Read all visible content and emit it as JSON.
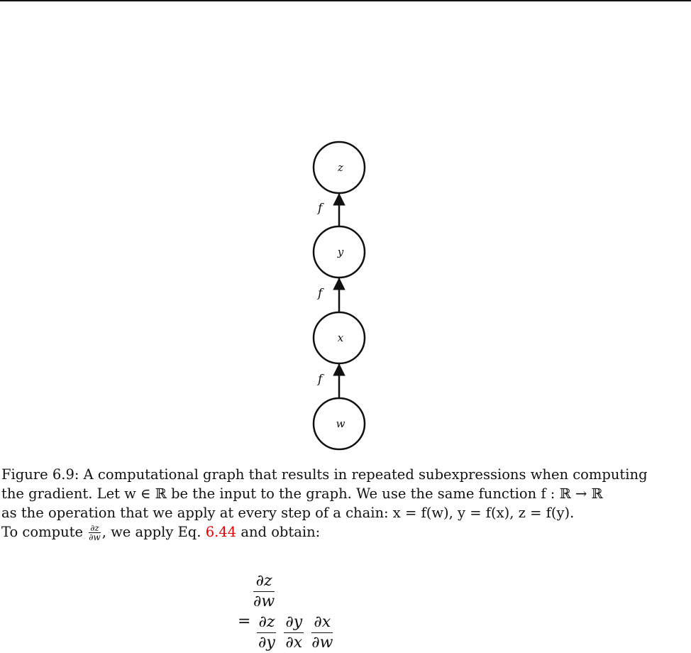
{
  "graph": {
    "nodes": [
      {
        "id": "z",
        "label": "z"
      },
      {
        "id": "y",
        "label": "y"
      },
      {
        "id": "x",
        "label": "x"
      },
      {
        "id": "w",
        "label": "w"
      }
    ],
    "edges": [
      {
        "from": "y",
        "to": "z",
        "label": "f"
      },
      {
        "from": "x",
        "to": "y",
        "label": "f"
      },
      {
        "from": "w",
        "to": "x",
        "label": "f"
      }
    ]
  },
  "caption": {
    "line1": "Figure 6.9: A computational graph that results in repeated subexpressions when computing",
    "line2": "the gradient. Let w ∈ ℝ be the input to the graph. We use the same function f : ℝ → ℝ",
    "line3": "as the operation that we apply at every step of a chain: x = f(w), y = f(x), z = f(y).",
    "line4_pre": "To compute",
    "line4_frac_num": "∂z",
    "line4_frac_den": "∂w",
    "line4_mid": ", we apply Eq.",
    "line4_ref": "6.44",
    "line4_post": "and obtain:"
  },
  "equation": {
    "lhs_num": "∂z",
    "lhs_den": "∂w",
    "eq_sign": "=",
    "rhs": [
      {
        "num": "∂z",
        "den": "∂y"
      },
      {
        "num": "∂y",
        "den": "∂x"
      },
      {
        "num": "∂x",
        "den": "∂w"
      }
    ]
  }
}
